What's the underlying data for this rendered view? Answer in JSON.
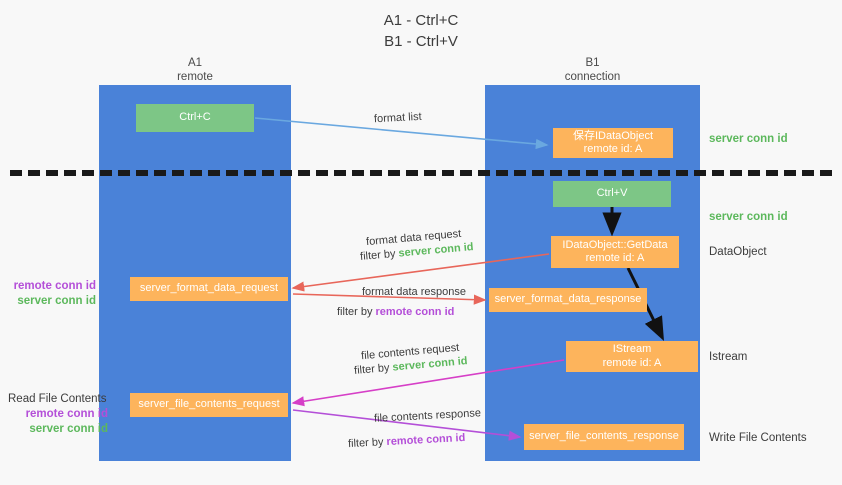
{
  "title": {
    "line1": "A1 - Ctrl+C",
    "line2": "B1 - Ctrl+V"
  },
  "columns": {
    "left": {
      "name": "A1",
      "role": "remote"
    },
    "right": {
      "name": "B1",
      "role": "connection"
    }
  },
  "nodes": {
    "ctrl_c": {
      "label": "Ctrl+C",
      "color": "#7dc686"
    },
    "save_dataobject": {
      "label": "保存IDataObject",
      "sub": "remote id: A",
      "color": "#fdb45c"
    },
    "ctrl_v": {
      "label": "Ctrl+V",
      "color": "#7dc686"
    },
    "getdata": {
      "label": "IDataObject::GetData",
      "sub": "remote id: A",
      "color": "#fdb45c"
    },
    "format_data_request": {
      "label": "server_format_data_request",
      "color": "#fdb45c"
    },
    "format_data_response": {
      "label": "server_format_data_response",
      "color": "#fdb45c"
    },
    "istream": {
      "label": "IStream",
      "sub": "remote id: A",
      "color": "#fdb45c"
    },
    "file_contents_request": {
      "label": "server_file_contents_request",
      "color": "#fdb45c"
    },
    "file_contents_response": {
      "label": "server_file_contents_response",
      "color": "#fdb45c"
    }
  },
  "side_annotations": {
    "server_conn_id_1": "server conn id",
    "server_conn_id_2": "server conn id",
    "dataobject": "DataObject",
    "istream": "Istream",
    "write_file_contents": "Write File Contents",
    "read_file_contents": "Read File Contents",
    "remote_conn_id": "remote conn id",
    "server_conn_id": "server conn id"
  },
  "arrow_labels": {
    "format_list": "format list",
    "format_data_request": "format data request",
    "format_data_request_filter_prefix": "filter by ",
    "format_data_request_filter_value": "server conn id",
    "format_data_response": "format data response",
    "format_data_response_filter_prefix": "filter by ",
    "format_data_response_filter_value": "remote conn id",
    "file_contents_request": "file contents request",
    "file_contents_request_filter_prefix": "filter by ",
    "file_contents_request_filter_value": "server conn id",
    "file_contents_response": "file contents response",
    "file_contents_response_filter_prefix": "filter by ",
    "file_contents_response_filter_value": "remote conn id"
  },
  "colors": {
    "lane": "#4a82d8",
    "green_node": "#7dc686",
    "orange_node": "#fdb45c",
    "server_conn_id": "#5cb85c",
    "remote_conn_id": "#b44fd8",
    "arrow_blue": "#6aa8e0",
    "arrow_red": "#e8665a",
    "arrow_magenta": "#d63fc7",
    "arrow_purple": "#b44fd8",
    "arrow_black": "#111111",
    "divider": "#1a1a1a",
    "background": "#f8f8f8"
  }
}
